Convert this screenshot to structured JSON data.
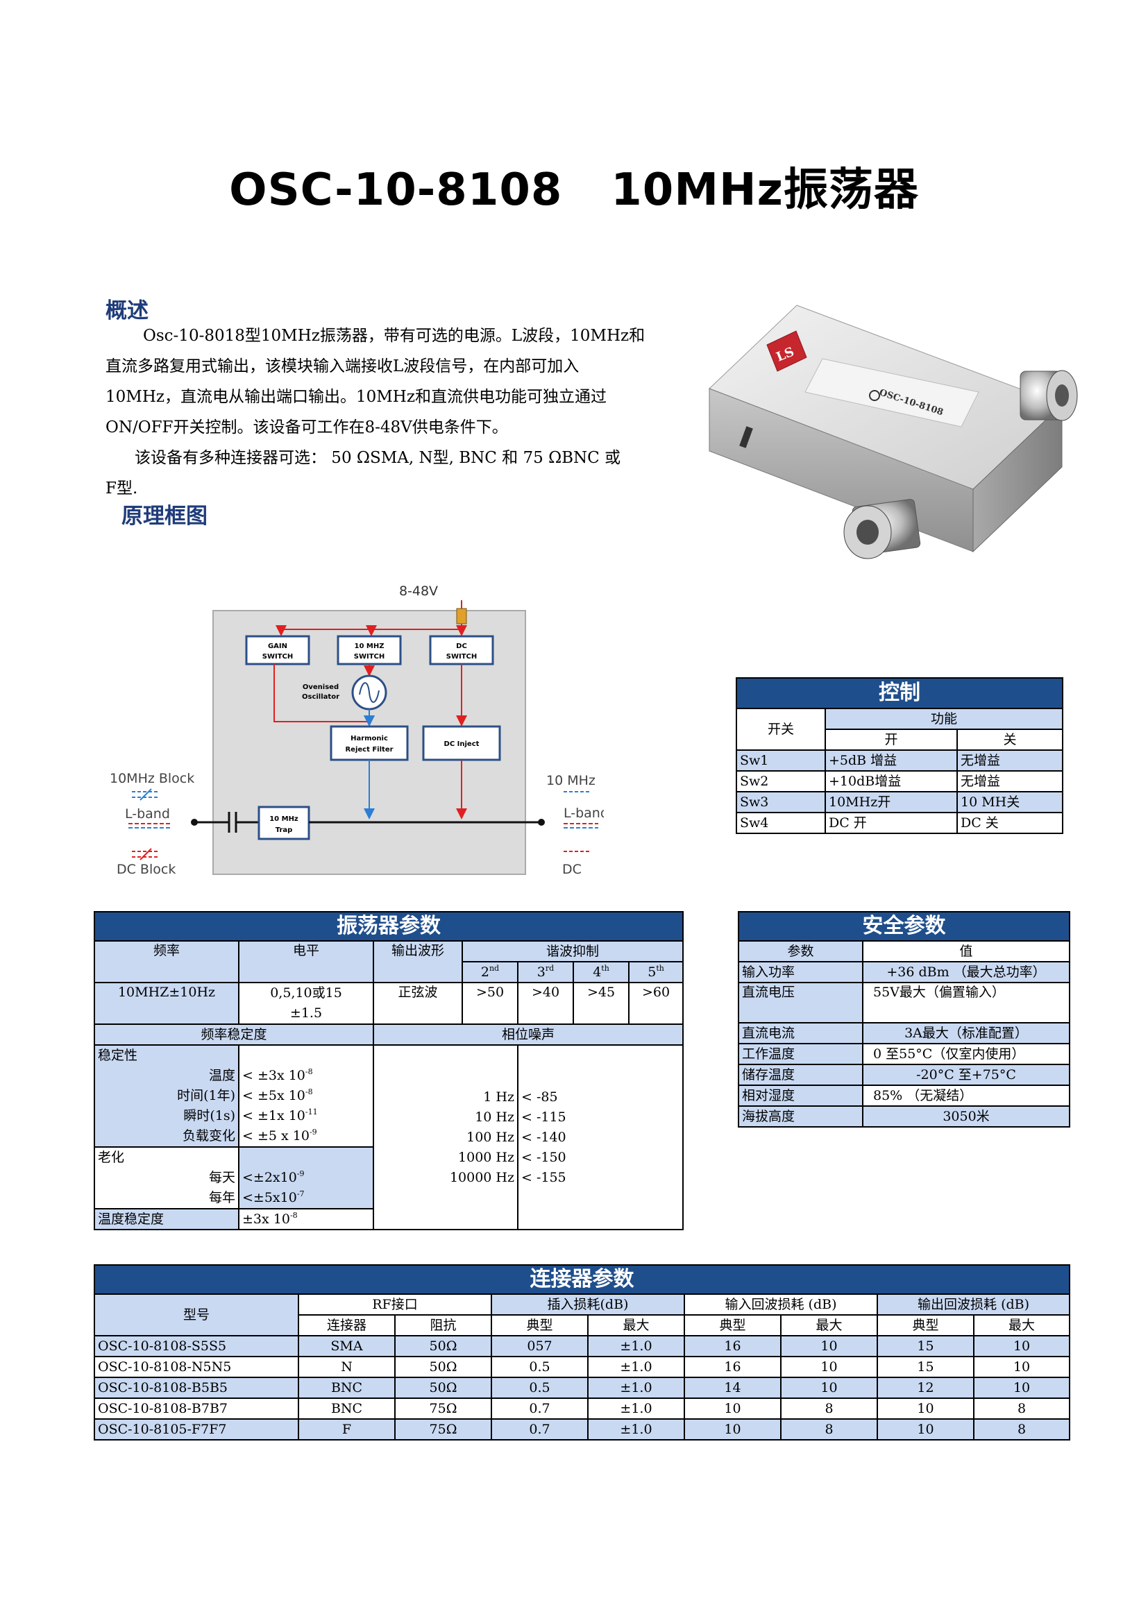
{
  "title": "OSC-10-8108   10MHz振荡器",
  "overview": {
    "heading": "概述",
    "p1_l1": "Osc-10-8018型10MHz振荡器，带有可选的电源。L波段，10MHz和",
    "p1_l2": "直流多路复用式输出，该模块输入端接收L波段信号，在内部可加入",
    "p1_l3": "10MHz，直流电从输出端口输出。10MHz和直流供电功能可独立通过",
    "p1_l4": "ON/OFF开关控制。该设备可工作在8-48V供电条件下。",
    "p2_l1": "该设备有多种连接器可选： 50 ΩSMA, N型, BNC 和 75 ΩBNC 或",
    "p2_l2": "F型."
  },
  "diagram": {
    "heading": "原理框图",
    "supply": "8-48V",
    "gain_l1": "GAIN",
    "gain_l2": "SWITCH",
    "osc_sw_l1": "10 MHZ",
    "osc_sw_l2": "SWITCH",
    "dc_sw_l1": "DC",
    "dc_sw_l2": "SWITCH",
    "ovenised_l1": "Ovenised",
    "ovenised_l2": "Oscillator",
    "harmonic_l1": "Harmonic",
    "harmonic_l2": "Reject Filter",
    "dc_inject": "DC Inject",
    "trap_l1": "10 MHz",
    "trap_l2": "Trap",
    "left_top": "10MHz Block",
    "left_mid": "L-band",
    "left_bot": "DC Block",
    "right_top": "10 MHz",
    "right_mid": "L-band",
    "right_bot": "DC"
  },
  "product_image": {
    "label_model": "OSC-10-8108",
    "logo": "LS"
  },
  "control": {
    "caption": "控制",
    "h_switch": "开关",
    "h_function": "功能",
    "h_on": "开",
    "h_off": "关",
    "rows": [
      {
        "sw": "Sw1",
        "on": "+5dB 增益",
        "off": "无增益"
      },
      {
        "sw": "Sw2",
        "on": "+10dB增益",
        "off": "无增益"
      },
      {
        "sw": "Sw3",
        "on": "10MHz开",
        "off": "10 MH关"
      },
      {
        "sw": "Sw4",
        "on": "DC 开",
        "off": "DC 关"
      }
    ]
  },
  "oscillator": {
    "caption": "振荡器参数",
    "h_freq": "频率",
    "h_level": "电平",
    "h_wave": "输出波形",
    "h_harm": "谐波抑制",
    "harm": [
      {
        "n": "2",
        "sup": "nd",
        "v": ">50"
      },
      {
        "n": "3",
        "sup": "rd",
        "v": ">40"
      },
      {
        "n": "4",
        "sup": "th",
        "v": ">45"
      },
      {
        "n": "5",
        "sup": "th",
        "v": ">60"
      }
    ],
    "freq": "10MHZ±10Hz",
    "level_l1": "0,5,10或15",
    "level_l2": "±1.5",
    "wave": "正弦波",
    "h_stability": "频率稳定度",
    "h_noise": "相位噪声",
    "stability": "稳定性",
    "temp": "温度",
    "temp_v": "< ±3x 10",
    "temp_e": "-8",
    "time": "时间(1年)",
    "time_v": "< ±5x 10",
    "time_e": "-8",
    "inst": "瞬时(1s)",
    "inst_v": "< ±1x 10",
    "inst_e": "-11",
    "load": "负载变化",
    "load_v": "< ±5 x 10",
    "load_e": "-9",
    "aging": "老化",
    "day": "每天",
    "day_v": "<±2x10",
    "day_e": "-9",
    "year": "每年",
    "year_v": "<±5x10",
    "year_e": "-7",
    "tempstab": "温度稳定度",
    "tempstab_v": "±3x 10",
    "tempstab_e": "-8",
    "noise": [
      {
        "f": "1 Hz",
        "v": "< -85"
      },
      {
        "f": "10 Hz",
        "v": "< -115"
      },
      {
        "f": "100 Hz",
        "v": "< -140"
      },
      {
        "f": "1000 Hz",
        "v": "< -150"
      },
      {
        "f": "10000 Hz",
        "v": "< -155"
      }
    ]
  },
  "safety": {
    "caption": "安全参数",
    "h_param": "参数",
    "h_value": "值",
    "rows": [
      {
        "p": "输入功率",
        "v": "+36 dBm  （最大总功率）"
      },
      {
        "p": "直流电压",
        "v": "55V最大（偏置输入）"
      },
      {
        "p": "直流电流",
        "v": "3A最大（标准配置）"
      },
      {
        "p": "工作温度",
        "v": "0 至55°C（仅室内使用）"
      },
      {
        "p": "储存温度",
        "v": "-20°C 至+75°C"
      },
      {
        "p": "相对湿度",
        "v": "85% （无凝结）"
      },
      {
        "p": "海拔高度",
        "v": "3050米"
      }
    ]
  },
  "connector": {
    "caption": "连接器参数",
    "h_model": "型号",
    "h_rf": "RF接口",
    "h_il": "插入损耗(dB)",
    "h_irl": "输入回波损耗 (dB)",
    "h_orl": "输出回波损耗 (dB)",
    "h_conn": "连接器",
    "h_imp": "阻抗",
    "h_typ": "典型",
    "h_max": "最大",
    "rows": [
      [
        "OSC-10-8108-S5S5",
        "SMA",
        "50Ω",
        "057",
        "±1.0",
        "16",
        "10",
        "15",
        "10"
      ],
      [
        "OSC-10-8108-N5N5",
        "N",
        "50Ω",
        "0.5",
        "±1.0",
        "16",
        "10",
        "15",
        "10"
      ],
      [
        "OSC-10-8108-B5B5",
        "BNC",
        "50Ω",
        "0.5",
        "±1.0",
        "14",
        "10",
        "12",
        "10"
      ],
      [
        "OSC-10-8108-B7B7",
        "BNC",
        "75Ω",
        "0.7",
        "±1.0",
        "10",
        "8",
        "10",
        "8"
      ],
      [
        "OSC-10-8105-F7F7",
        "F",
        "75Ω",
        "0.7",
        "±1.0",
        "10",
        "8",
        "10",
        "8"
      ]
    ]
  }
}
